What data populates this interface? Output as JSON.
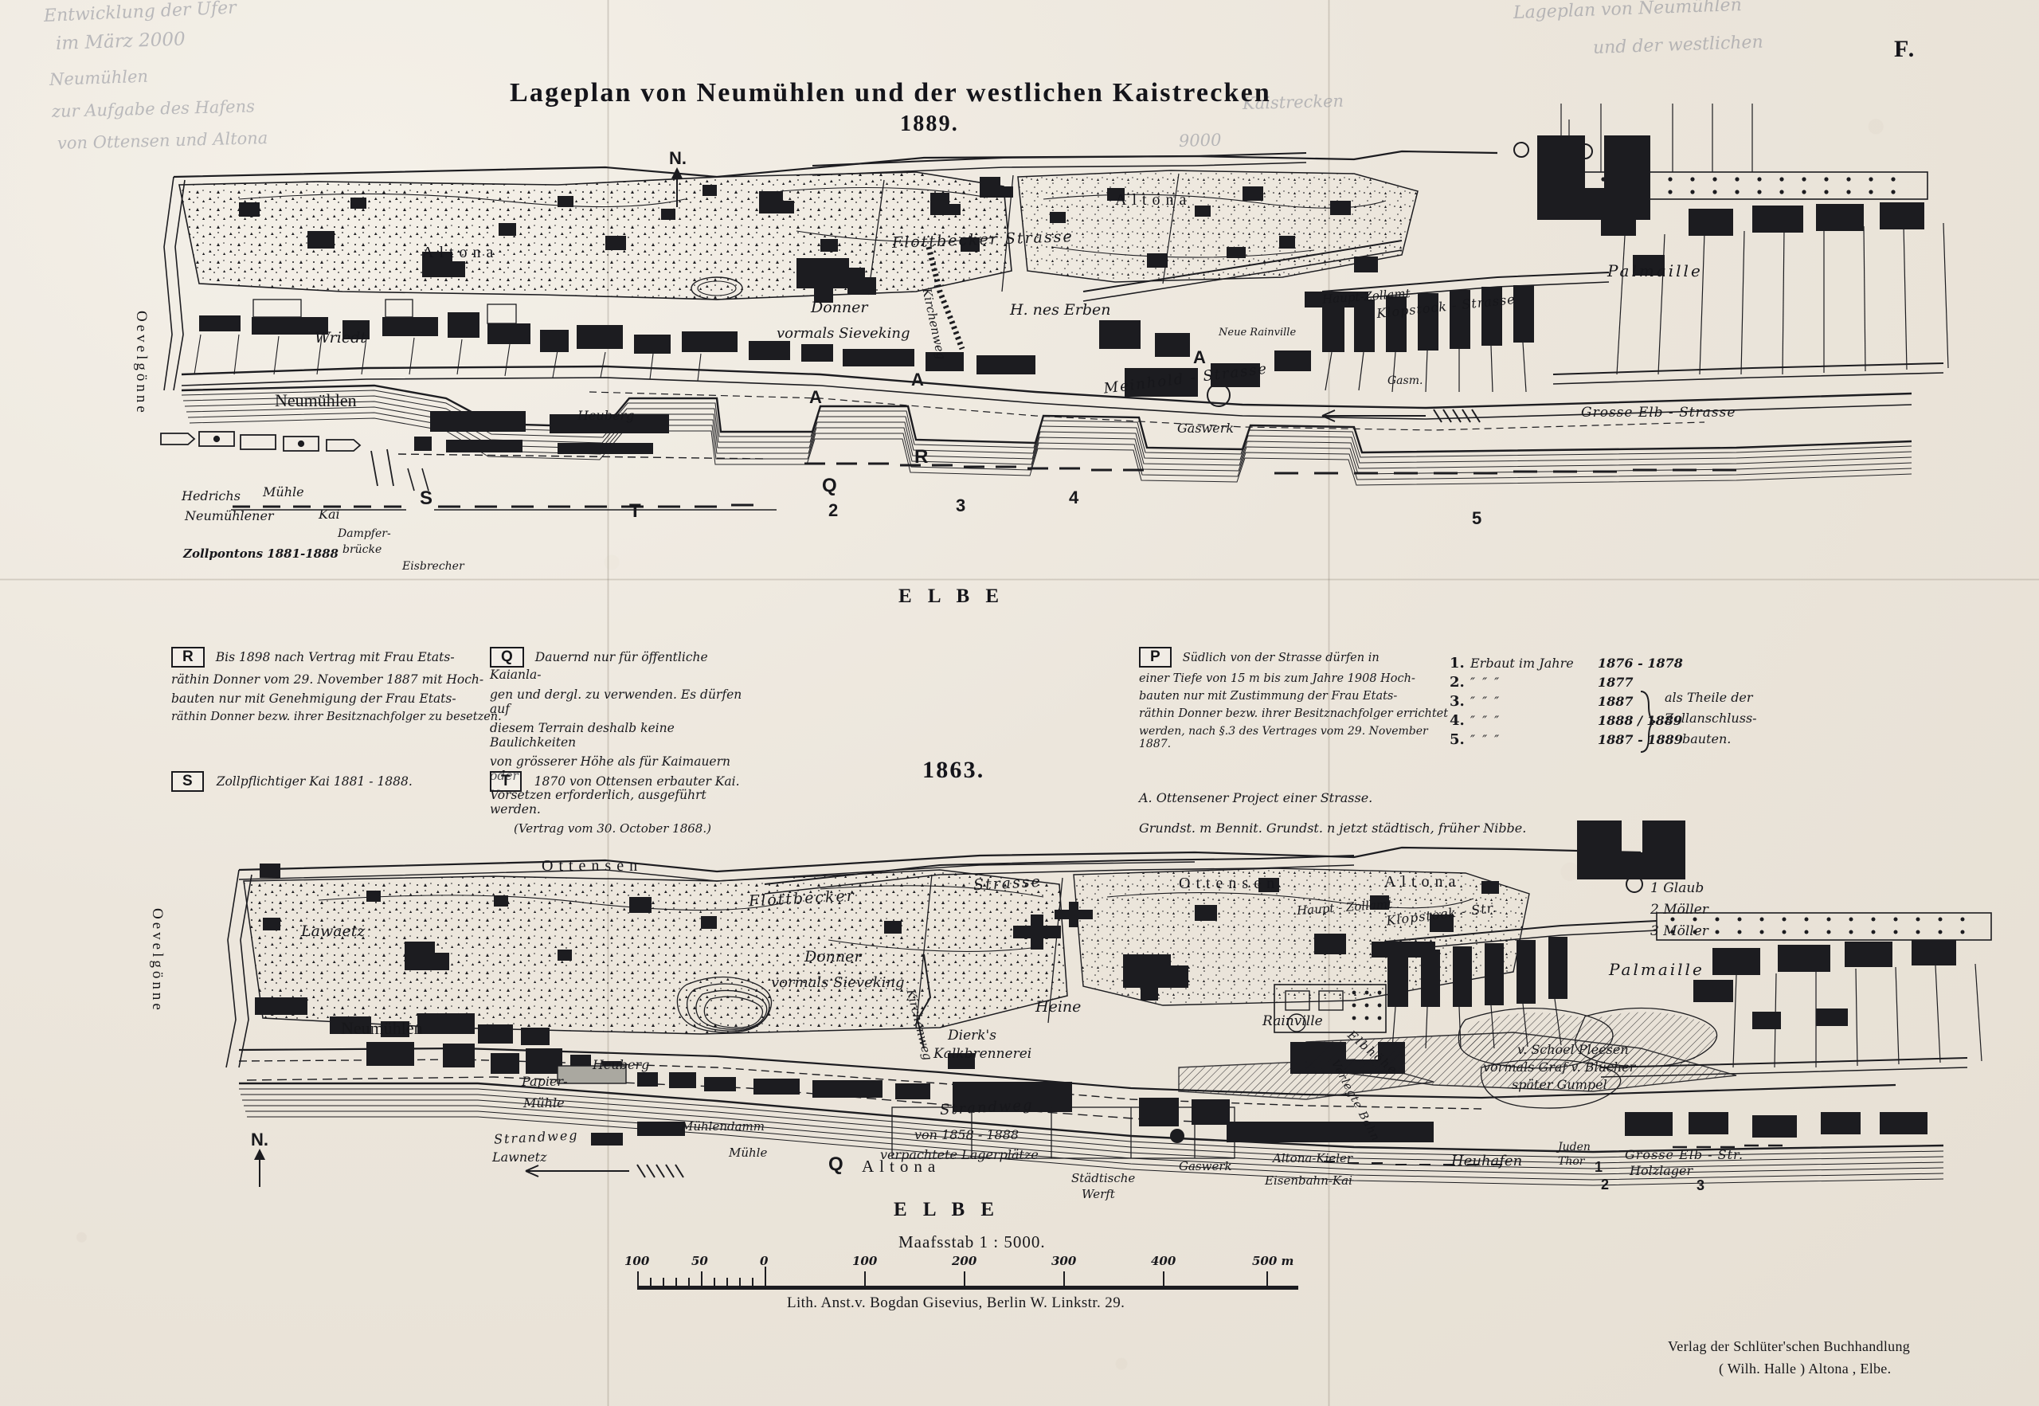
{
  "sheet": {
    "plate_mark": "F.",
    "title_line1": "Lageplan von Neumühlen und der westlichen Kaistrecken",
    "title_line2": "1889.",
    "second_map_year": "1863.",
    "lithographer": "Lith. Anst.v. Bogdan Gisevius, Berlin W. Linkstr. 29.",
    "publisher_line1": "Verlag der Schlüter'schen Buchhandlung",
    "publisher_line2": "( Wilh. Halle ) Altona , Elbe."
  },
  "scale": {
    "caption": "Maafsstab 1 : 5000.",
    "ticks": [
      "100",
      "50",
      "0",
      "100",
      "200",
      "300",
      "400",
      "500 m"
    ]
  },
  "compass": {
    "upper_label": "N.",
    "lower_label": "N."
  },
  "legend": {
    "R": {
      "key": "R",
      "lines": [
        "Bis 1898 nach Vertrag mit Frau Etats-",
        "räthin Donner vom 29. November 1887 mit Hoch-",
        "bauten nur mit Genehmigung der Frau Etats-",
        "räthin Donner bezw. ihrer Besitznachfolger zu besetzen."
      ]
    },
    "S": {
      "key": "S",
      "lines": [
        "Zollpflichtiger Kai 1881 - 1888."
      ]
    },
    "Q": {
      "key": "Q",
      "lines": [
        "Dauernd nur für öffentliche Kaianla-",
        "gen und dergl. zu verwenden. Es dürfen auf",
        "diesem Terrain deshalb keine Baulichkeiten",
        "von grösserer Höhe als für Kaimauern oder",
        "Vorsetzen erforderlich, ausgeführt werden.",
        "(Vertrag vom 30. October 1868.)"
      ]
    },
    "T": {
      "key": "T",
      "lines": [
        "1870 von Ottensen erbauter Kai."
      ]
    },
    "P": {
      "key": "P",
      "lines": [
        "Südlich von der Strasse dürfen in",
        "einer Tiefe von 15 m bis zum Jahre 1908 Hoch-",
        "bauten nur mit Zustimmung der Frau Etats-",
        "räthin Donner bezw. ihrer Besitznachfolger errichtet",
        "werden, nach §.3 des Vertrages vom 29. November 1887."
      ]
    },
    "note_A": "A. Ottensener Project einer Strasse.",
    "note_grundst": "Grundst. m Bennit.   Grundst. n jetzt städtisch, früher Nibbe."
  },
  "build_years": {
    "rows": [
      {
        "no": "1.",
        "text": "Erbaut im Jahre",
        "year": "1876 - 1878"
      },
      {
        "no": "2.",
        "text": "″        ″      ″",
        "year": "1877"
      },
      {
        "no": "3.",
        "text": "″        ″      ″",
        "year": "1887"
      },
      {
        "no": "4.",
        "text": "″        ″      ″",
        "year": "1888 / 1889"
      },
      {
        "no": "5.",
        "text": "″        ″      ″",
        "year": "1887 - 1889"
      }
    ],
    "brace_note_line1": "als Theile der",
    "brace_note_line2": "Zollanschluss-",
    "brace_note_line3": "bauten."
  },
  "owners_key": {
    "items": [
      "1 Glaub",
      "2 Möller",
      "3 Möller"
    ]
  },
  "map_upper": {
    "river": "E L B E",
    "labels": [
      "Altona",
      "Altona",
      "Oevelgönne",
      "Wriedt",
      "Neumühlen",
      "Heuberg",
      "Flottbecker Strasse",
      "Donner",
      "vormals Sieveking",
      "H. nes Erben",
      "Kirchenweg",
      "Meinhold - Strasse",
      "Neue Rainville",
      "Gaswerk",
      "Gasm.",
      "Haupt-Zollamt",
      "Klopstock - Strasse",
      "Palmaille",
      "Grosse Elb - Strasse",
      "Hedrichs",
      "Mühle",
      "Neumühlener",
      "Kai",
      "Dampfer-",
      "brücke",
      "Eisbrecher",
      "Zollpontons 1881-1888"
    ],
    "markers": [
      "N.",
      "S",
      "T",
      "Q",
      "R",
      "A",
      "A",
      "A",
      "2",
      "3",
      "4",
      "5"
    ]
  },
  "map_lower": {
    "river": "E L B E",
    "labels": [
      "Ottensen",
      "Ottensen",
      "Altona",
      "Oevelgönne",
      "Lawaetz",
      "Neumühlen",
      "Heuberg",
      "Papier-",
      "Mühle",
      "Strandweg",
      "Lawnetz",
      "Mühlendamm",
      "Mühle",
      "Flottbecker",
      "Strasse",
      "Donner",
      "vormals Sieveking",
      "Kirchenweg",
      "Dierk's",
      "Kalkbrennerei",
      "Heine",
      "Strandweg",
      "von 1858 - 1888",
      "verpachtete Lagerplätze",
      "Altona",
      "Städtische",
      "Werft",
      "Gaswerk",
      "Rainville",
      "Haupt - Zollamt",
      "Klopstock - Str.",
      "Elbhöhe",
      "Verlegte Bahn",
      "Palmaille",
      "v. Schoel Pleesen",
      "vormals Graf v. Blücher",
      "später Gumpel",
      "Heuhafen",
      "Altona-Kieler",
      "Eisenbahn-Kai",
      "Juden",
      "Thor",
      "Holzlager",
      "Grosse Elb - Str."
    ],
    "markers": [
      "N.",
      "Q",
      "1",
      "2",
      "3"
    ]
  },
  "handwriting": {
    "notes": [
      "Entwicklung der Ufer",
      "im März 2000",
      "Neumühlen",
      "zur Aufgabe des Hafens",
      "von Ottensen und Altona",
      "Lageplan von Neumühlen",
      "und der westlichen",
      "Kaistrecken",
      "9000"
    ]
  },
  "colors": {
    "paper": "#efeae2",
    "ink": "#17171a",
    "pencil": "#6c7080"
  }
}
